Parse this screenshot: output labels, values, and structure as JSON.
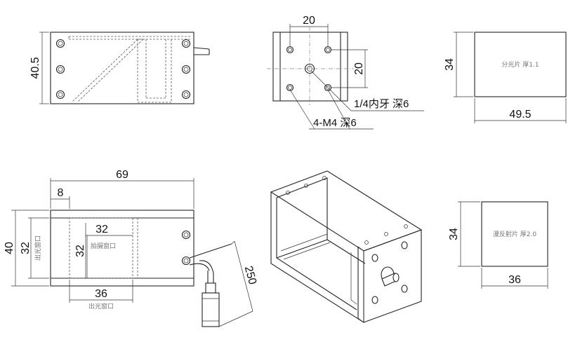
{
  "top_front": {
    "height_dim": "40.5"
  },
  "top_side": {
    "width_dim": "20",
    "height_dim": "20",
    "note_thread": "1/4内牙 深6",
    "note_holes": "4-M4 深6"
  },
  "splitter": {
    "height_dim": "34",
    "width_dim": "49.5",
    "label": "分光片 厚1.1"
  },
  "bottom_front": {
    "total_width_dim": "69",
    "offset_dim": "8",
    "height_dim": "40",
    "window_height_dim": "32",
    "inner_width_dim": "32",
    "inner_height_dim": "32",
    "window_width_dim": "36",
    "shoot_window_label": "拍摄窗口",
    "light_window_label_side": "出光窗口",
    "light_window_label_bottom": "出光窗口",
    "cable_dim": "250"
  },
  "diffuser": {
    "height_dim": "34",
    "width_dim": "36",
    "label": "漫反射片 厚2.0"
  },
  "colors": {
    "line": "#222222",
    "dashed": "#555555",
    "label_gray": "#777777"
  }
}
